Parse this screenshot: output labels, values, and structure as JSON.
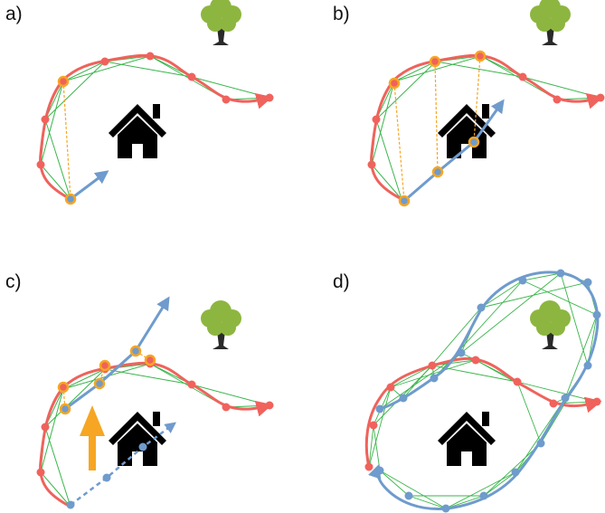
{
  "panels": [
    {
      "label": "a)"
    },
    {
      "label": "b)"
    },
    {
      "label": "c)"
    },
    {
      "label": "d)"
    }
  ],
  "icons": {
    "house": "house-icon",
    "tree": "tree-icon"
  },
  "colors": {
    "red_path": "#f0625c",
    "blue_path": "#6f9bcd",
    "green_links": "#39b54a",
    "orange_highlight": "#f6a623",
    "house": "#000000",
    "tree_canopy": "#8db640",
    "tree_trunk": "#2a2a2a"
  }
}
